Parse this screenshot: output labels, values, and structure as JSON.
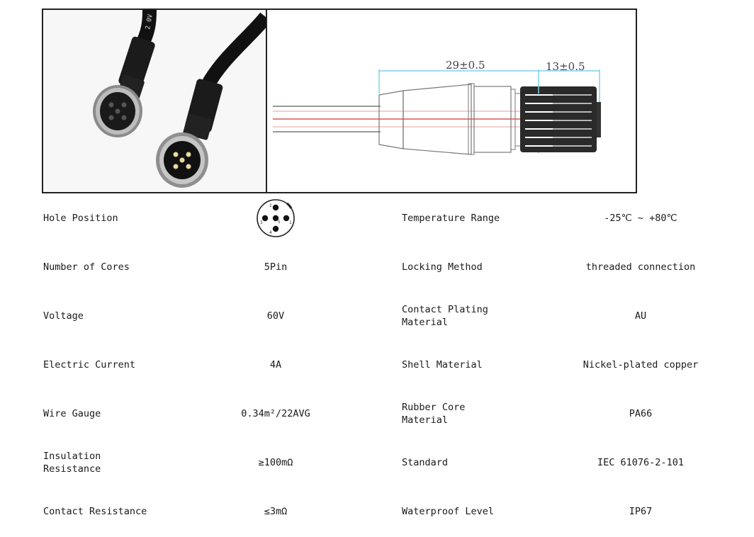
{
  "dimensions": {
    "body_length": "29±0.5",
    "nut_length": "13±0.5"
  },
  "product_photo": {
    "cable_print": "2 0V"
  },
  "hole_position_diagram": {
    "pin_labels": [
      "1",
      "2",
      "3",
      "4",
      "5"
    ]
  },
  "specs": [
    {
      "left_label": "Hole Position",
      "left_value": "",
      "right_label": "Temperature Range",
      "right_value": "-25℃ ~ +80℃"
    },
    {
      "left_label": "Number of Cores",
      "left_value": "5Pin",
      "right_label": "Locking Method",
      "right_value": "threaded connection"
    },
    {
      "left_label": "Voltage",
      "left_value": "60V",
      "right_label": "Contact Plating Material",
      "right_value": "AU"
    },
    {
      "left_label": "Electric Current",
      "left_value": "4A",
      "right_label": "Shell Material",
      "right_value": "Nickel-plated copper"
    },
    {
      "left_label": "Wire Gauge",
      "left_value": "0.34m²/22AVG",
      "right_label": "Rubber Core Material",
      "right_value": "PA66"
    },
    {
      "left_label": "Insulation Resistance",
      "left_value": "≥100mΩ",
      "right_label": "Standard",
      "right_value": "IEC 61076-2-101"
    },
    {
      "left_label": "Contact Resistance",
      "left_value": "≤3mΩ",
      "right_label": "Waterproof Level",
      "right_value": "IP67"
    }
  ]
}
